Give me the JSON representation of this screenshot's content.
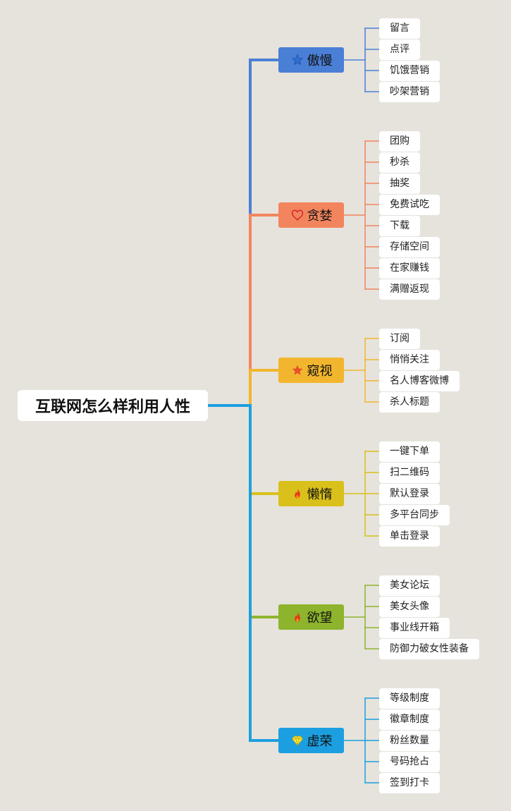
{
  "root": {
    "label": "互联网怎么样利用人性"
  },
  "branches": [
    {
      "id": "aoman",
      "label": "傲慢",
      "icon": "sparkle-star-icon",
      "color": "#4a7fd6",
      "line": "#4a7fd6",
      "leaves": [
        "留言",
        "点评",
        "饥饿营销",
        "吵架营销"
      ]
    },
    {
      "id": "tanlan",
      "label": "贪婪",
      "icon": "heart-icon",
      "color": "#f2855e",
      "line": "#f2855e",
      "leaves": [
        "团购",
        "秒杀",
        "抽奖",
        "免费试吃",
        "下载",
        "存储空间",
        "在家赚钱",
        "满赠返现"
      ]
    },
    {
      "id": "kuishi",
      "label": "窥视",
      "icon": "star-icon",
      "color": "#f2b62e",
      "line": "#f2b62e",
      "leaves": [
        "订阅",
        "悄悄关注",
        "名人博客微博",
        "杀人标题"
      ]
    },
    {
      "id": "landuo",
      "label": "懒惰",
      "icon": "fire-icon",
      "color": "#d9c01a",
      "line": "#d9c01a",
      "leaves": [
        "一键下单",
        "扫二维码",
        "默认登录",
        "多平台同步",
        "单击登录"
      ]
    },
    {
      "id": "yuwang",
      "label": "欲望",
      "icon": "fire-icon",
      "color": "#8db42c",
      "line": "#8db42c",
      "leaves": [
        "美女论坛",
        "美女头像",
        "事业线开箱",
        "防御力破女性装备"
      ]
    },
    {
      "id": "xurong",
      "label": "虚荣",
      "icon": "diamond-icon",
      "color": "#1c9fe0",
      "line": "#1c9fe0",
      "leaves": [
        "等级制度",
        "徽章制度",
        "粉丝数量",
        "号码抢占",
        "签到打卡"
      ]
    }
  ]
}
